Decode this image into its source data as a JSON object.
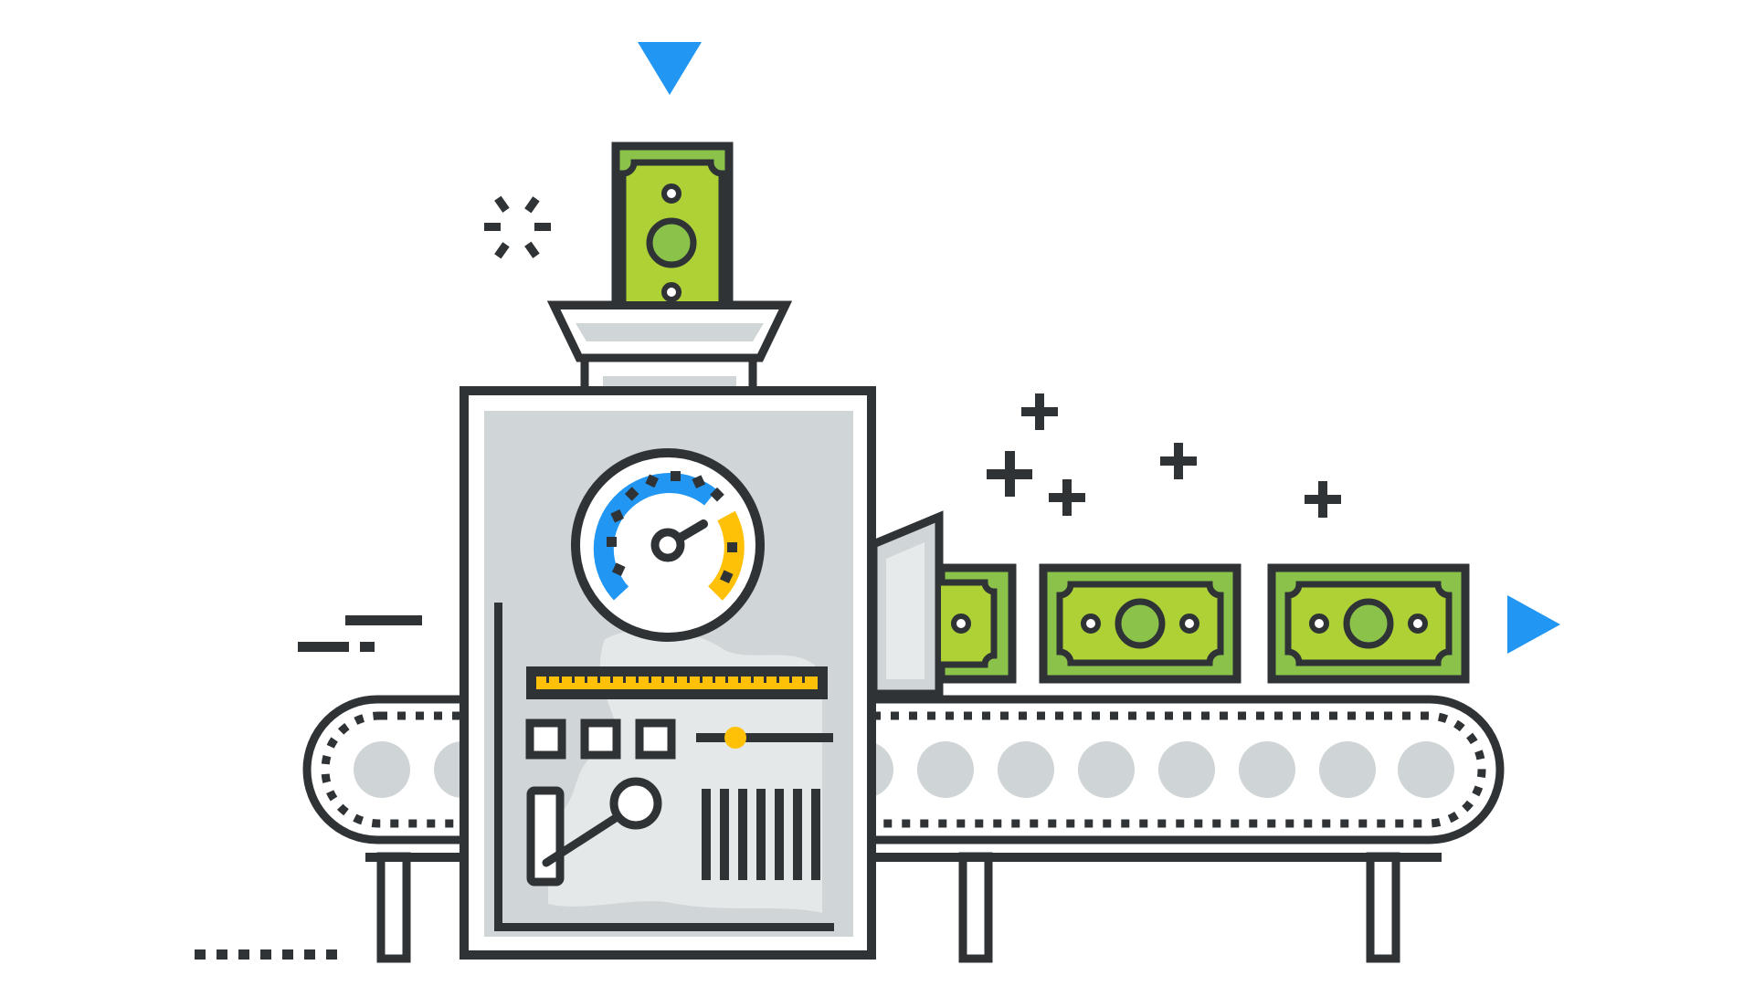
{
  "illustration": {
    "subject": "money-printing-machine",
    "colors": {
      "stroke": "#2f3336",
      "panel": "#d0d5d7",
      "panel_light": "#e7eaeb",
      "money_outer": "#8bc34a",
      "money_inner": "#aed136",
      "accent_blue": "#2196f3",
      "accent_yellow": "#ffc107",
      "background": "#ffffff"
    },
    "icons": [
      "down-arrow-icon",
      "right-arrow-icon",
      "sparkle-icon",
      "plus-sparkle-icon",
      "speed-lines-icon",
      "gauge-icon",
      "banknote-icon"
    ],
    "gauge_level": 0.62,
    "slider_level": 0.28,
    "banknotes_on_belt": 3
  }
}
